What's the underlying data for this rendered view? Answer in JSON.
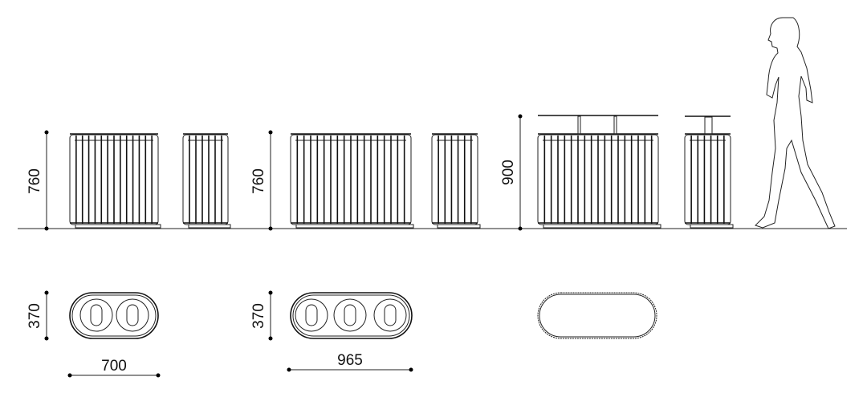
{
  "elevation": {
    "dimensions": [
      {
        "id": "height-two-bin",
        "value": "760"
      },
      {
        "id": "height-three-bin",
        "value": "760"
      },
      {
        "id": "height-table-bin",
        "value": "900"
      }
    ]
  },
  "plan": {
    "dimensions": [
      {
        "id": "depth-two-bin",
        "value": "370"
      },
      {
        "id": "depth-three-bin",
        "value": "370"
      },
      {
        "id": "width-two-bin",
        "value": "700"
      },
      {
        "id": "width-three-bin",
        "value": "965"
      }
    ]
  }
}
